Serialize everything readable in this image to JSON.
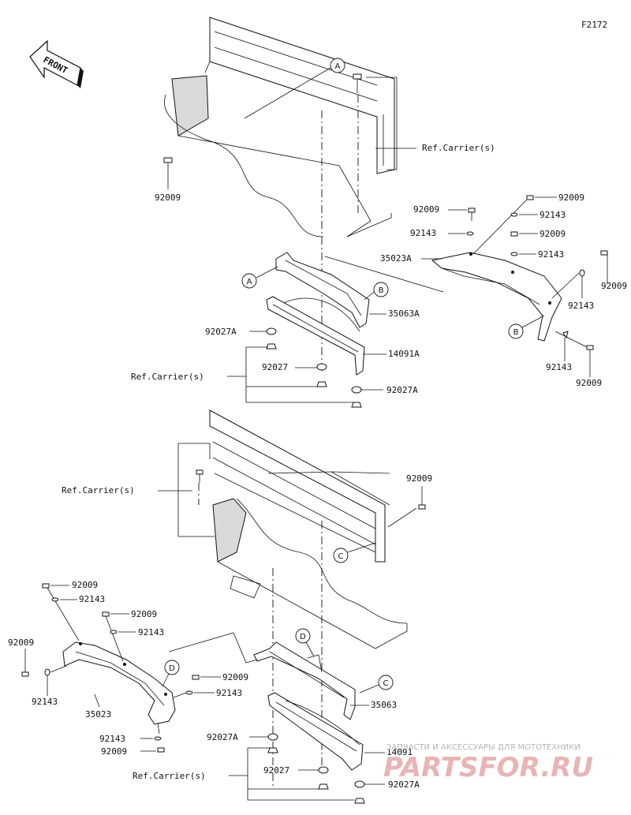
{
  "diagram_code": "F2172",
  "front_label": "FRONT",
  "ref_carrier": "Ref.Carrier(s)",
  "callouts": [
    "A",
    "B",
    "C",
    "D"
  ],
  "parts": {
    "p92009": "92009",
    "p92143": "92143",
    "p92027": "92027",
    "p92027A": "92027A",
    "p35023": "35023",
    "p35023A": "35023A",
    "p35063": "35063",
    "p35063A": "35063A",
    "p14091": "14091",
    "p14091A": "14091A"
  },
  "watermark": {
    "tagline": "ЗАПЧАСТИ И АКСЕССУАРЫ ДЛЯ МОТОТЕХНИКИ",
    "brand": "PARTSFOR.RU"
  }
}
